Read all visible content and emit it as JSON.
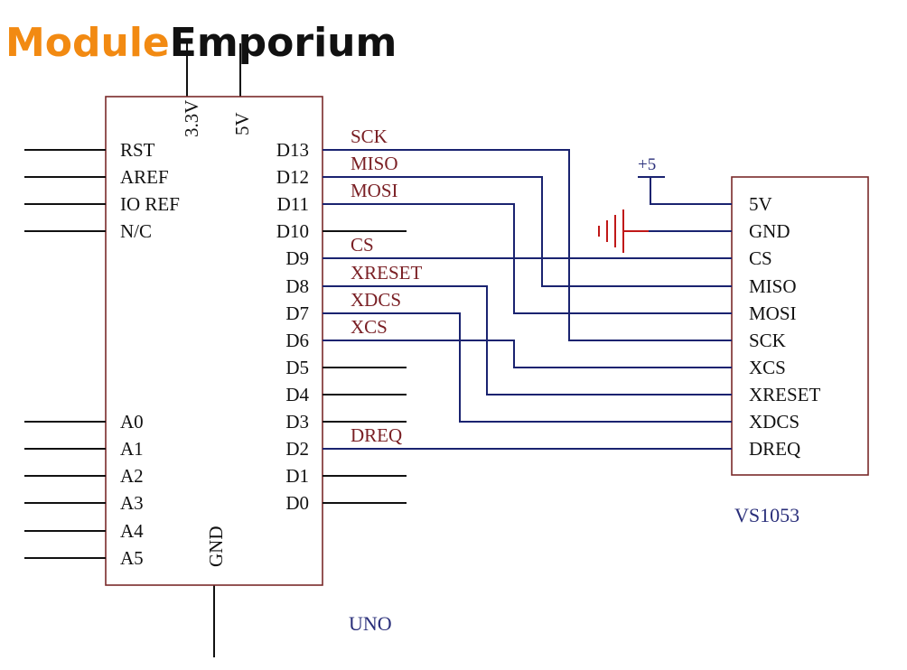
{
  "logo": {
    "part1": "Module",
    "part2": "Emporium",
    "color1": "#f28a12",
    "color2": "#111111"
  },
  "uno": {
    "name": "UNO",
    "top_pins": [
      "3.3V",
      "5V"
    ],
    "bottom_pin": "GND",
    "left_pins": [
      "RST",
      "AREF",
      "IO REF",
      "N/C",
      "A0",
      "A1",
      "A2",
      "A3",
      "A4",
      "A5"
    ],
    "right_pins": [
      "D13",
      "D12",
      "D11",
      "D10",
      "D9",
      "D8",
      "D7",
      "D6",
      "D5",
      "D4",
      "D3",
      "D2",
      "D1",
      "D0"
    ]
  },
  "vs1053": {
    "name": "VS1053",
    "pins": [
      "5V",
      "GND",
      "CS",
      "MISO",
      "MOSI",
      "SCK",
      "XCS",
      "XRESET",
      "XDCS",
      "DREQ"
    ]
  },
  "signals": [
    "SCK",
    "MISO",
    "MOSI",
    "CS",
    "XRESET",
    "XDCS",
    "XCS",
    "DREQ"
  ],
  "power": {
    "label": "+5"
  },
  "colors": {
    "wire": "#1a2370",
    "ground": "#c01818",
    "box": "#7a2a2a",
    "signal_text": "#7a1f24",
    "name_text": "#2a2f7a"
  }
}
